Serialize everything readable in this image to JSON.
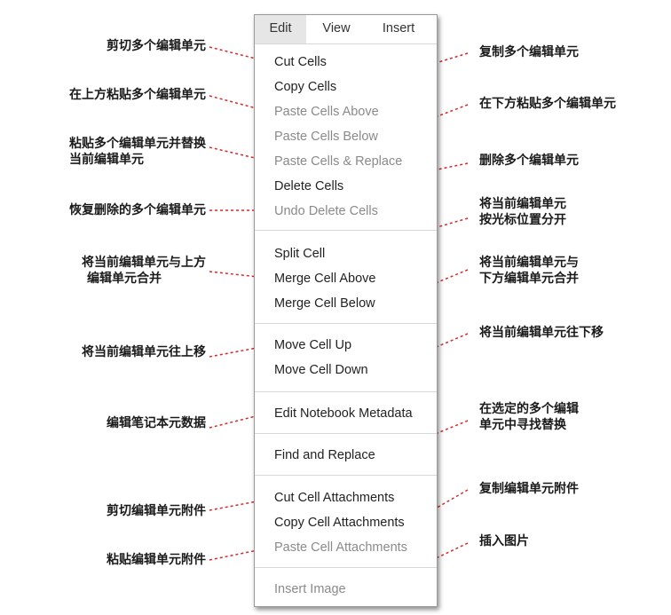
{
  "menubar": {
    "tabs": [
      {
        "label": "Edit",
        "active": true
      },
      {
        "label": "View",
        "active": false
      },
      {
        "label": "Insert",
        "active": false
      }
    ]
  },
  "menu_items": [
    {
      "label": "Cut Cells",
      "enabled": true
    },
    {
      "label": "Copy Cells",
      "enabled": true
    },
    {
      "label": "Paste Cells Above",
      "enabled": false
    },
    {
      "label": "Paste Cells Below",
      "enabled": false
    },
    {
      "label": "Paste Cells & Replace",
      "enabled": false
    },
    {
      "label": "Delete Cells",
      "enabled": true
    },
    {
      "label": "Undo Delete Cells",
      "enabled": false
    },
    {
      "label": "Split Cell",
      "enabled": true
    },
    {
      "label": "Merge Cell Above",
      "enabled": true
    },
    {
      "label": "Merge Cell Below",
      "enabled": true
    },
    {
      "label": "Move Cell Up",
      "enabled": true
    },
    {
      "label": "Move Cell Down",
      "enabled": true
    },
    {
      "label": "Edit Notebook Metadata",
      "enabled": true
    },
    {
      "label": "Find and Replace",
      "enabled": true
    },
    {
      "label": "Cut Cell Attachments",
      "enabled": true
    },
    {
      "label": "Copy Cell Attachments",
      "enabled": true
    },
    {
      "label": "Paste Cell Attachments",
      "enabled": false
    },
    {
      "label": "Insert Image",
      "enabled": false
    }
  ],
  "annotations": {
    "left": [
      {
        "lines": [
          "剪切多个编辑单元"
        ]
      },
      {
        "lines": [
          "在上方粘贴多个编辑单元"
        ]
      },
      {
        "lines": [
          "粘贴多个编辑单元并替换",
          "当前编辑单元"
        ]
      },
      {
        "lines": [
          "恢复删除的多个编辑单元"
        ]
      },
      {
        "lines": [
          "将当前编辑单元与上方",
          "编辑单元合并"
        ]
      },
      {
        "lines": [
          "将当前编辑单元往上移"
        ]
      },
      {
        "lines": [
          "编辑笔记本元数据"
        ]
      },
      {
        "lines": [
          "剪切编辑单元附件"
        ]
      },
      {
        "lines": [
          "粘贴编辑单元附件"
        ]
      }
    ],
    "right": [
      {
        "lines": [
          "复制多个编辑单元"
        ]
      },
      {
        "lines": [
          "在下方粘贴多个编辑单元"
        ]
      },
      {
        "lines": [
          "删除多个编辑单元"
        ]
      },
      {
        "lines": [
          "将当前编辑单元",
          "按光标位置分开"
        ]
      },
      {
        "lines": [
          "将当前编辑单元与",
          "下方编辑单元合并"
        ]
      },
      {
        "lines": [
          "将当前编辑单元往下移"
        ]
      },
      {
        "lines": [
          "在选定的多个编辑",
          "单元中寻找替换"
        ]
      },
      {
        "lines": [
          "复制编辑单元附件"
        ]
      },
      {
        "lines": [
          "插入图片"
        ]
      }
    ]
  },
  "colors": {
    "leader_line": "#d42a2a",
    "disabled_text": "#8a8a8a",
    "enabled_text": "#222222",
    "active_tab_bg": "#e6e6e6"
  }
}
